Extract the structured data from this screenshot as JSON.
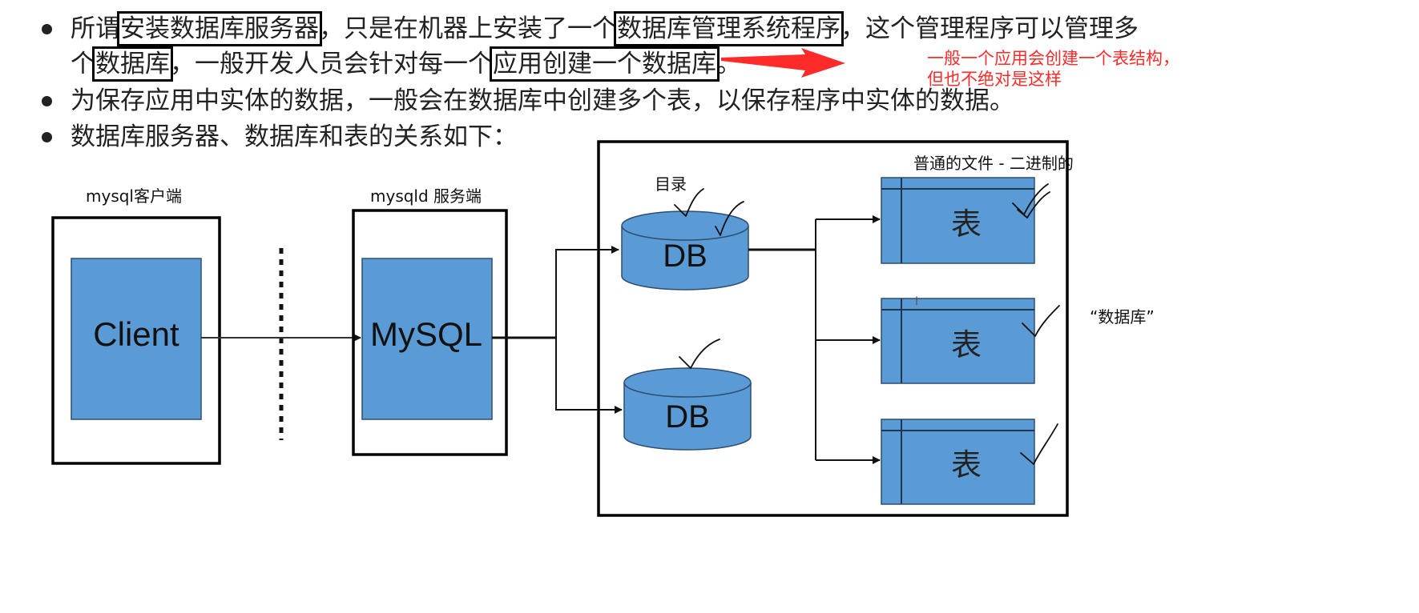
{
  "bullets": [
    {
      "line1": {
        "part1": "所谓",
        "box1": "安装数据库服务器",
        "part2": "，只是在机器上安装了一个",
        "box2": "数据库管理系统程序",
        "part3": "，这个管理程序可以管理多"
      },
      "line2": {
        "part1": "个",
        "box1": "数据库",
        "part2": "，一般开发人员会针对每一个",
        "box2": "应用创建一个数据库",
        "part3": "。"
      }
    },
    {
      "text": "为保存应用中实体的数据，一般会在数据库中创建多个表，以保存程序中实体的数据。"
    },
    {
      "text": "数据库服务器、数据库和表的关系如下："
    }
  ],
  "annotation": {
    "line1": "一般一个应用会创建一个表结构，",
    "line2": "但也不绝对是这样",
    "color": "#ff2a2a"
  },
  "diagram": {
    "client_caption": "mysql客户端",
    "client_label": "Client",
    "server_caption": "mysqld 服务端",
    "server_label": "MySQL",
    "dir_caption": "目录",
    "file_caption": "普通的文件 - 二进制的",
    "db_labels": [
      "DB",
      "DB"
    ],
    "table_labels": [
      "表",
      "表",
      "表"
    ],
    "side_note": "“数据库”",
    "box_fill": "#5b9bd5",
    "box_stroke": "#2c4e70"
  }
}
